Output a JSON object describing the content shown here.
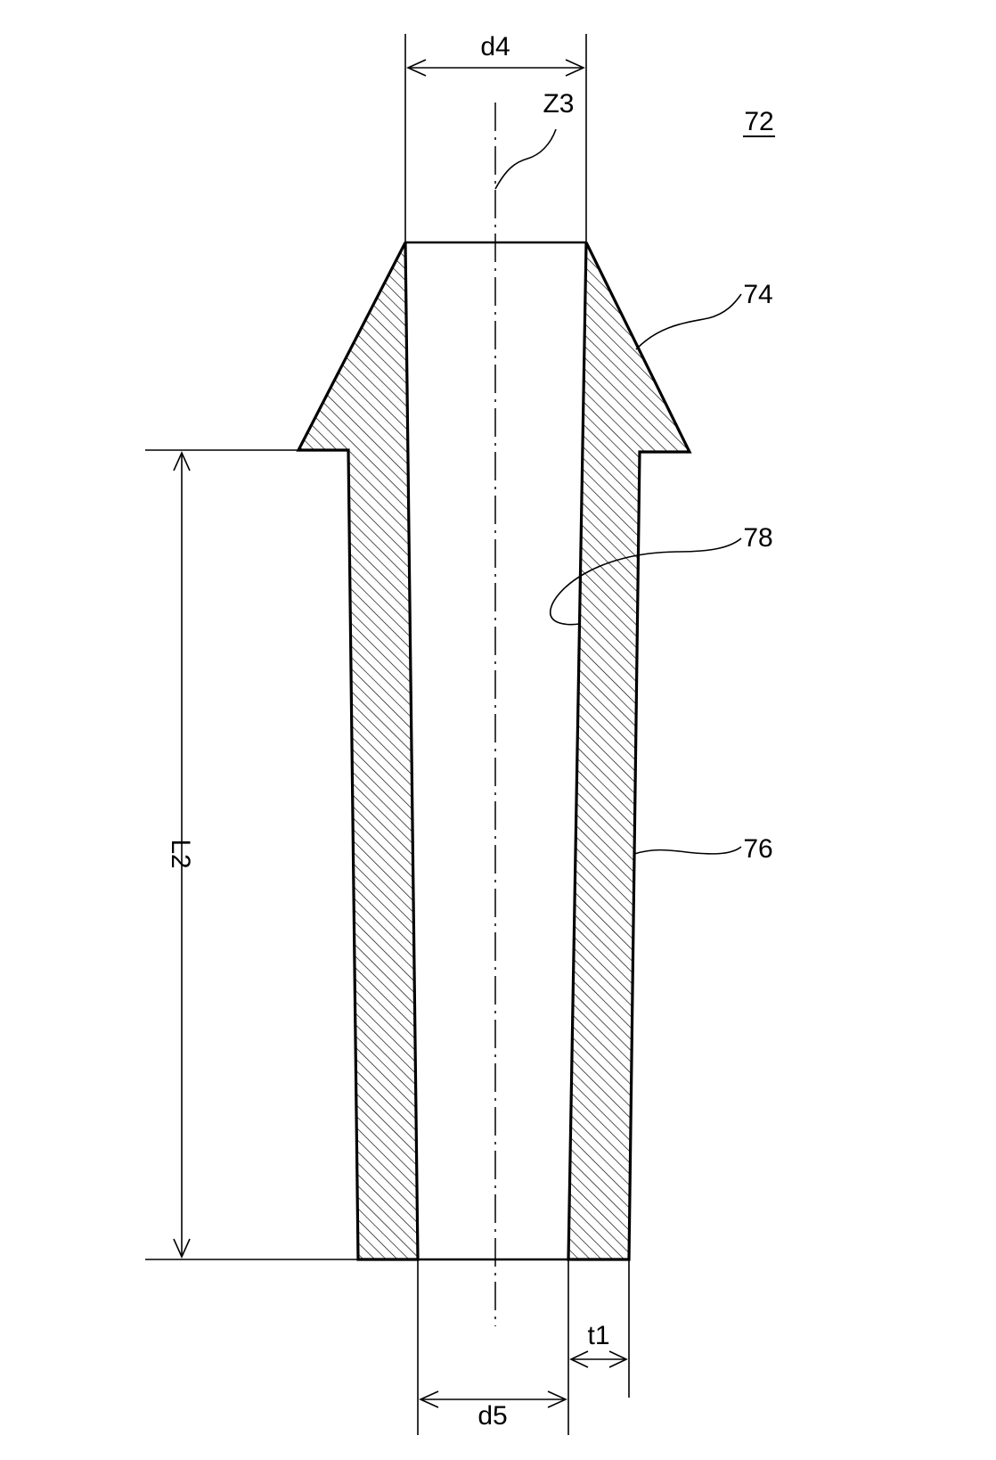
{
  "labels": {
    "figure_ref": "72",
    "axis": "Z3",
    "top_inner_diameter": "d4",
    "bottom_inner_diameter": "d5",
    "length": "L2",
    "thickness": "t1",
    "flange": "74",
    "tube": "76",
    "bore": "78"
  }
}
